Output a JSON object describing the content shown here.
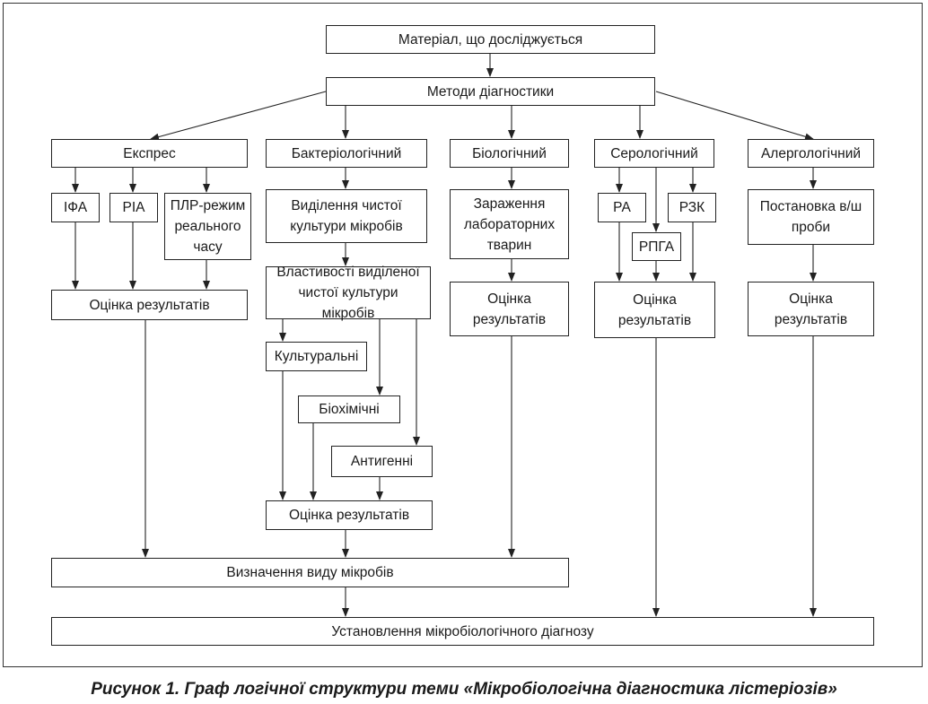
{
  "nodes": {
    "material": "Матеріал, що досліджується",
    "methods": "Методи діагностики",
    "express": "Експрес",
    "bacteriological": "Бактеріологічний",
    "biological": "Біологічний",
    "serological": "Серологічний",
    "allergological": "Алергологічний",
    "ifa": "ІФА",
    "ria": "РІА",
    "plr": "ПЛР-режим реального часу",
    "isolation": "Виділення чистої культури мікробів",
    "infection": "Зараження лабораторних тварин",
    "ra": "РА",
    "rzk": "РЗК",
    "rpga": "РПГА",
    "skin_test": "Постановка в/ш проби",
    "properties": "Властивості виділеної чистої культури мікробів",
    "cultural": "Культуральні",
    "biochemical": "Біохімічні",
    "antigenic": "Антигенні",
    "eval_express": "Оцінка результатів",
    "eval_bact": "Оцінка результатів",
    "eval_bio": "Оцінка результатів",
    "eval_sero": "Оцінка результатів",
    "eval_allergo": "Оцінка результатів",
    "species": "Визначення виду мікробів",
    "diagnosis": "Установлення мікробіологічного діагнозу"
  },
  "caption": "Рисунок 1. Граф логічної структури теми «Мікробіологічна діагностика лістеріозів»"
}
